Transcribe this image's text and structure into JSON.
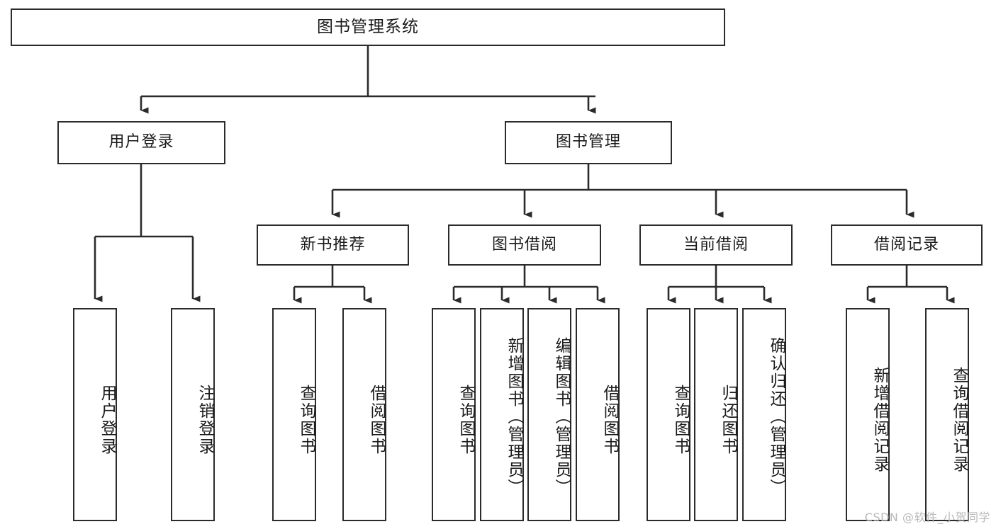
{
  "diagram": {
    "title": "图书管理系统",
    "type": "tree-hierarchy-chart",
    "watermark": "CSDN @软件_小贺同学",
    "colors": {
      "stroke": "#2b2b2b",
      "fill": "#ffffff",
      "text": "#1a1a1a",
      "watermark": "#b9b9b9"
    },
    "nodes": {
      "root": {
        "label": "图书管理系统"
      },
      "level2": [
        {
          "id": "user-login",
          "label": "用户登录"
        },
        {
          "id": "book-manage",
          "label": "图书管理"
        }
      ],
      "level3": [
        {
          "id": "new-book-recommend",
          "label": "新书推荐"
        },
        {
          "id": "book-borrow",
          "label": "图书借阅"
        },
        {
          "id": "current-borrow",
          "label": "当前借阅"
        },
        {
          "id": "borrow-record",
          "label": "借阅记录"
        }
      ],
      "leaves_user_login": [
        {
          "id": "leaf-user-login",
          "label": "用户登录"
        },
        {
          "id": "leaf-logout",
          "label": "注销登录"
        }
      ],
      "leaves_new_book_recommend": [
        {
          "id": "leaf-query-book-1",
          "label": "查询图书"
        },
        {
          "id": "leaf-borrow-book-1",
          "label": "借阅图书"
        }
      ],
      "leaves_book_borrow": [
        {
          "id": "leaf-query-book-2",
          "label": "查询图书"
        },
        {
          "id": "leaf-add-book",
          "label": "新增图书（管理员）"
        },
        {
          "id": "leaf-edit-book",
          "label": "编辑图书（管理员）"
        },
        {
          "id": "leaf-borrow-book-2",
          "label": "借阅图书"
        }
      ],
      "leaves_current_borrow": [
        {
          "id": "leaf-query-book-3",
          "label": "查询图书"
        },
        {
          "id": "leaf-return-book",
          "label": "归还图书"
        },
        {
          "id": "leaf-confirm-return",
          "label": "确认归还（管理员）"
        }
      ],
      "leaves_borrow_record": [
        {
          "id": "leaf-add-record",
          "label": "新增借阅记录"
        },
        {
          "id": "leaf-query-record",
          "label": "查询借阅记录"
        }
      ]
    }
  }
}
